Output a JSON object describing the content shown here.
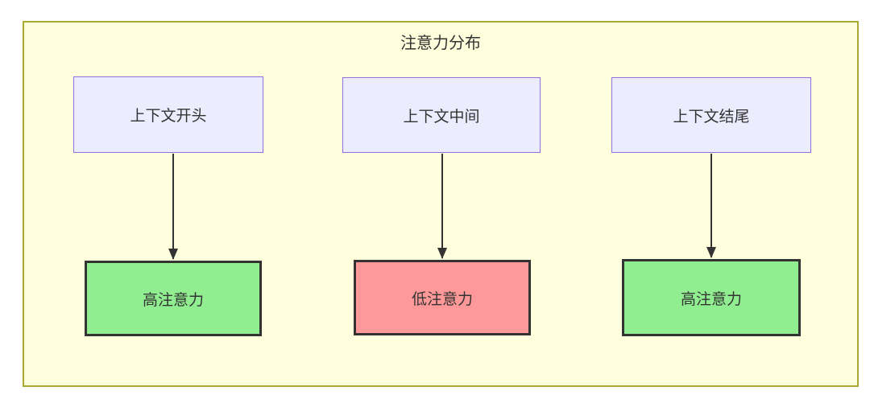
{
  "diagram": {
    "title": "注意力分布",
    "top_nodes": [
      {
        "label": "上下文开头"
      },
      {
        "label": "上下文中间"
      },
      {
        "label": "上下文结尾"
      }
    ],
    "bottom_nodes": [
      {
        "label": "高注意力",
        "fill": "#90EE90"
      },
      {
        "label": "低注意力",
        "fill": "#FF9999"
      },
      {
        "label": "高注意力",
        "fill": "#90EE90"
      }
    ],
    "edges": [
      {
        "from": "上下文开头",
        "to": "高注意力"
      },
      {
        "from": "上下文中间",
        "to": "低注意力"
      },
      {
        "from": "上下文结尾",
        "to": "高注意力"
      }
    ],
    "colors": {
      "cluster_fill": "#ffffde",
      "cluster_border": "#aaaa33",
      "top_node_fill": "#ECECFF",
      "top_node_border": "#9370DB",
      "bottom_node_border": "#333333",
      "arrow": "#333333",
      "text": "#333333"
    }
  }
}
